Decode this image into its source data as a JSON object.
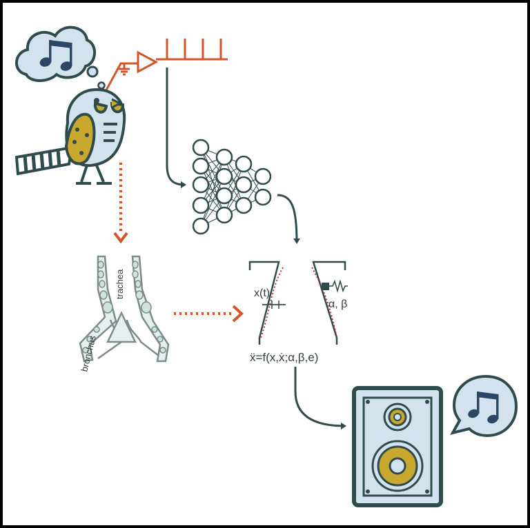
{
  "labels": {
    "trachea": "trachea",
    "bronchus": "bronchus",
    "displacement": "x(t)",
    "parameters": "α,  β",
    "equation": "ẍ=f(x,ẋ;α,β,e)"
  },
  "colors": {
    "outline": "#2f4b4b",
    "accent_orange": "#d4542a",
    "light_blue": "#d2e2ee",
    "mustard": "#c9a830",
    "navy": "#2c4763",
    "cartilage_green": "#cde4da",
    "fold_red": "#c0202a"
  },
  "icons": [
    "thought-cloud-music-icon",
    "electrode-amplifier-icon",
    "spike-train-icon",
    "songbird-icon",
    "neural-network-icon",
    "syrinx-anatomy-icon",
    "vocal-fold-model-icon",
    "spring-icon",
    "loudspeaker-icon",
    "speech-bubble-music-icon"
  ]
}
